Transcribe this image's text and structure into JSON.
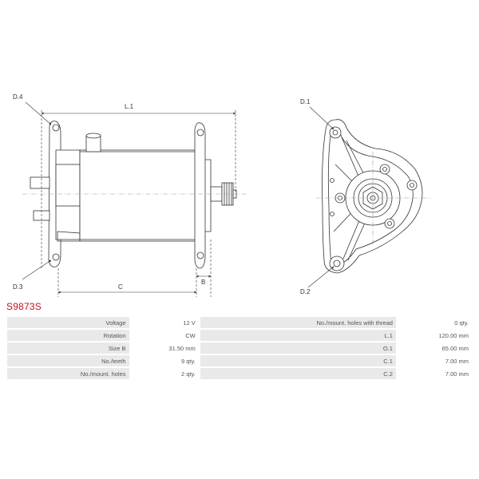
{
  "drawing": {
    "left_view": {
      "L1": "L.1",
      "C": "C",
      "B": "B",
      "D3": "D.3",
      "D4": "D.4"
    },
    "right_view": {
      "D1": "D.1",
      "D2": "D.2"
    }
  },
  "part_code": "S9873S",
  "specs": {
    "left": [
      {
        "label": "Voltage",
        "value": "12 V"
      },
      {
        "label": "Rotation",
        "value": "CW"
      },
      {
        "label": "Size B",
        "value": "31.50 mm"
      },
      {
        "label": "No./teeth",
        "value": "9 qty."
      },
      {
        "label": "No./mount. holes",
        "value": "2 qty."
      }
    ],
    "right": [
      {
        "label": "No./mount. holes with thread",
        "value": "0 qty."
      },
      {
        "label": "L.1",
        "value": "120.00 mm"
      },
      {
        "label": "O.1",
        "value": "65.00 mm"
      },
      {
        "label": "C.1",
        "value": "7.00 mm"
      },
      {
        "label": "C.2",
        "value": "7.00 mm"
      }
    ]
  }
}
